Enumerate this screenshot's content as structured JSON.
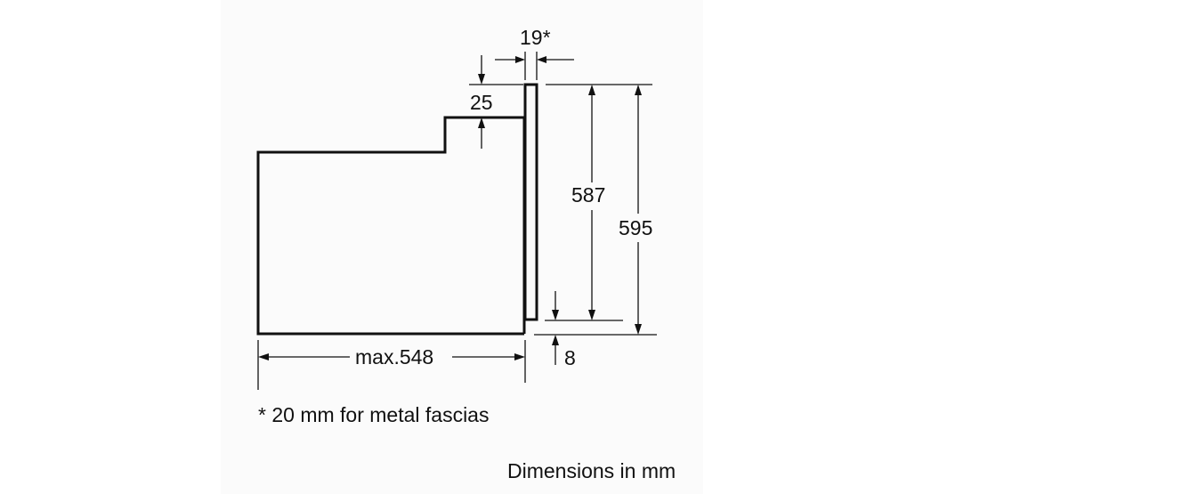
{
  "diagram": {
    "dimensions": {
      "fascia_thickness": "19*",
      "top_step": "25",
      "inner_height": "587",
      "total_height": "595",
      "bottom_offset": "8",
      "depth": "max.548"
    },
    "footnote": "* 20 mm for metal fascias",
    "units_caption": "Dimensions in mm"
  }
}
